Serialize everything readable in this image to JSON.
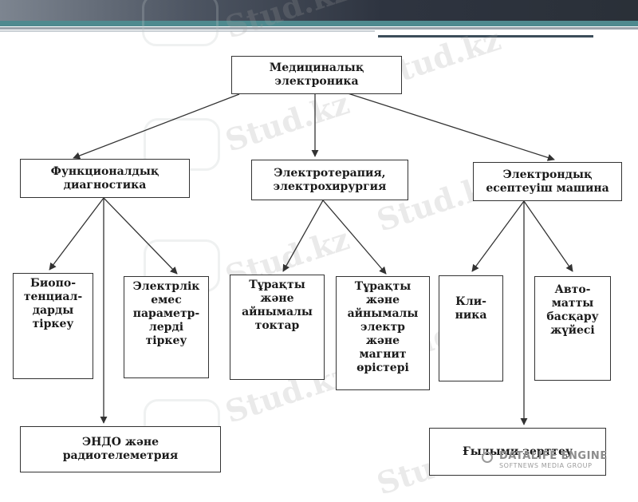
{
  "nodes": {
    "root": "Медициналық\nэлектроника",
    "func_diag": "Функционалдық\nдиагностика",
    "electrotherapy": "Электротерапия,\nэлектрохирургия",
    "computers": "Электрондық\nесептеуіш машина",
    "biopotentials": "Биопо-\nтенциал-\nдарды\nтіркеу",
    "nonelectrical": "Электрлік\nемес\nпараметр-\nлерді\nтіркеу",
    "endo": "ЭНДО және\nрадиотелеметрия",
    "currents": "Тұрақты\nжәне\nайнымалы\nтоктар",
    "fields": "Тұрақты\nжәне\nайнымалы\nэлектр\nжәне\nмагнит\nөрістері",
    "clinic": "Кли-\nника",
    "automated": "Авто-\nматты\nбасқару\nжүйесі",
    "research": "Ғылыми зерттеу"
  },
  "watermark": "Stud.kz",
  "branding": {
    "name": "DATALIFE ENGINE",
    "tagline": "SOFTNEWS MEDIA GROUP"
  },
  "colors": {
    "topbar": "#2e3440",
    "accent": "#4f8a8f",
    "box_border": "#333333"
  }
}
